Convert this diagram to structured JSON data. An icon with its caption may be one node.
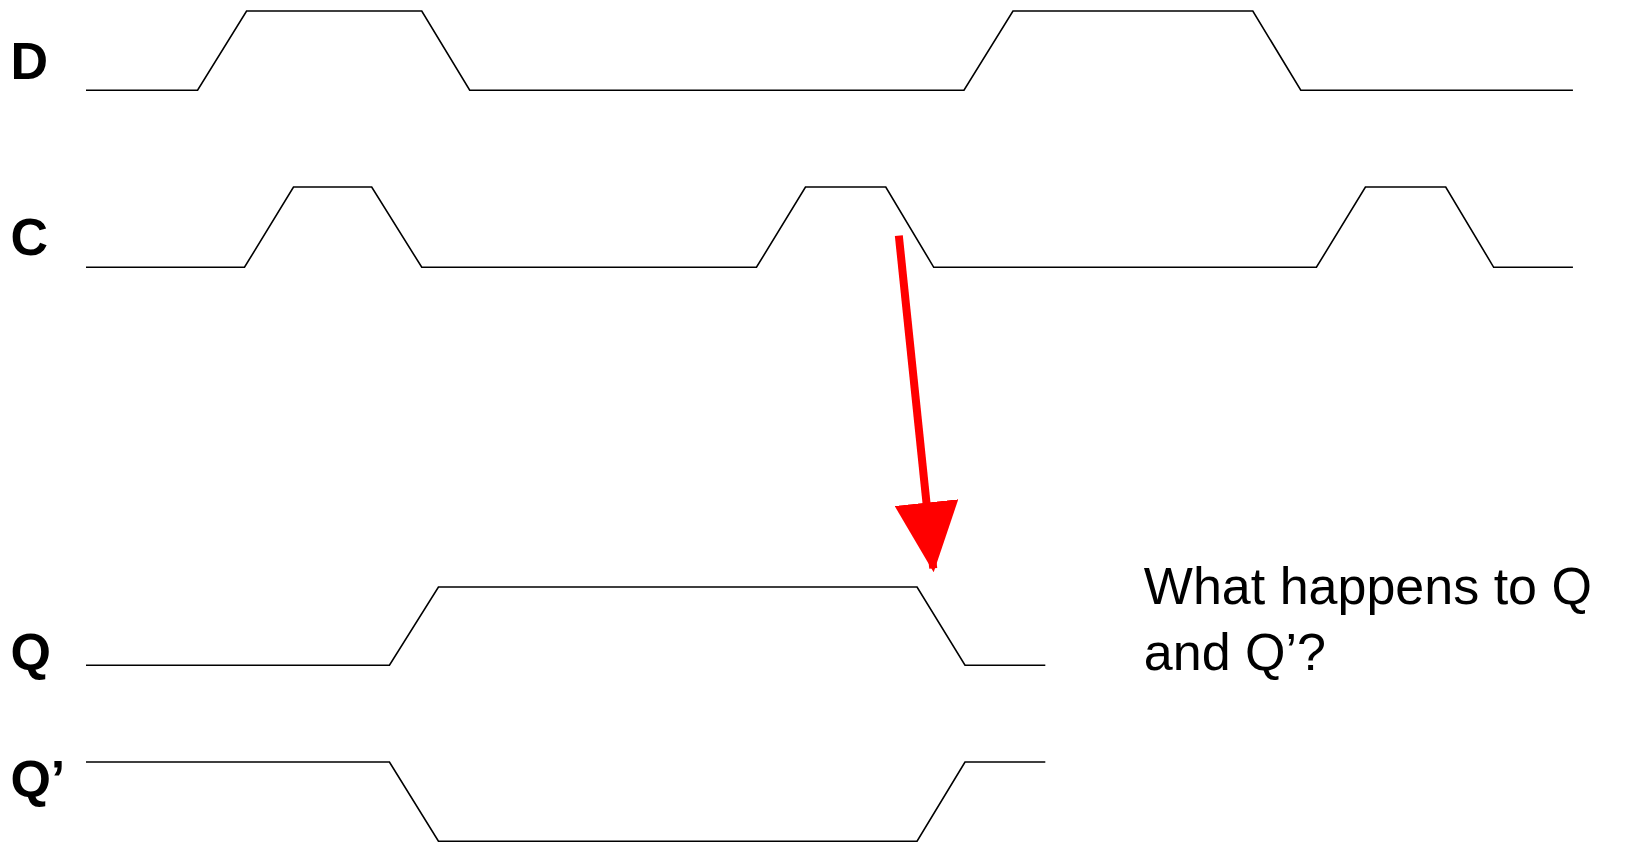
{
  "diagram": {
    "nodes": [
      {
        "text": [],
        "shape": "waveform",
        "beside": [
          "D"
        ]
      },
      {
        "text": [],
        "shape": "waveform",
        "beside": [
          "C"
        ]
      },
      {
        "text": [],
        "shape": "waveform",
        "beside": [
          "Q"
        ]
      },
      {
        "text": [],
        "shape": "waveform",
        "beside": [
          "Q’"
        ]
      }
    ],
    "edges": [
      {
        "from": 1,
        "to": 2,
        "arrow": "to",
        "color": "#ff0000"
      }
    ],
    "labels": [
      "What happens to Q and Q’?"
    ]
  }
}
